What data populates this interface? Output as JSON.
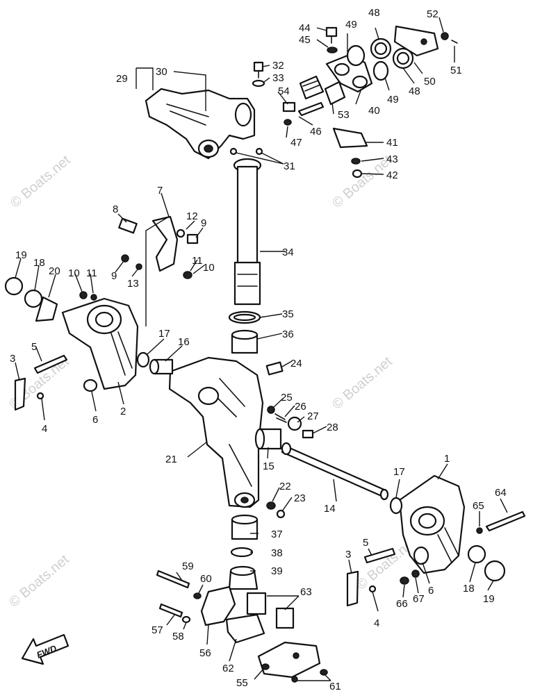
{
  "watermark": "© Boats.net",
  "fwd_label": "FWD",
  "labels": [
    "1",
    "2",
    "3",
    "4",
    "5",
    "6",
    "7",
    "8",
    "9",
    "10",
    "11",
    "12",
    "13",
    "14",
    "15",
    "16",
    "17",
    "18",
    "19",
    "20",
    "21",
    "22",
    "23",
    "24",
    "25",
    "26",
    "27",
    "28",
    "29",
    "30",
    "31",
    "32",
    "33",
    "34",
    "35",
    "36",
    "37",
    "38",
    "39",
    "40",
    "41",
    "42",
    "43",
    "44",
    "45",
    "46",
    "47",
    "48",
    "49",
    "50",
    "51",
    "52",
    "53",
    "54",
    "55",
    "56",
    "57",
    "58",
    "59",
    "60",
    "61",
    "62",
    "63",
    "64",
    "65",
    "66",
    "67"
  ]
}
